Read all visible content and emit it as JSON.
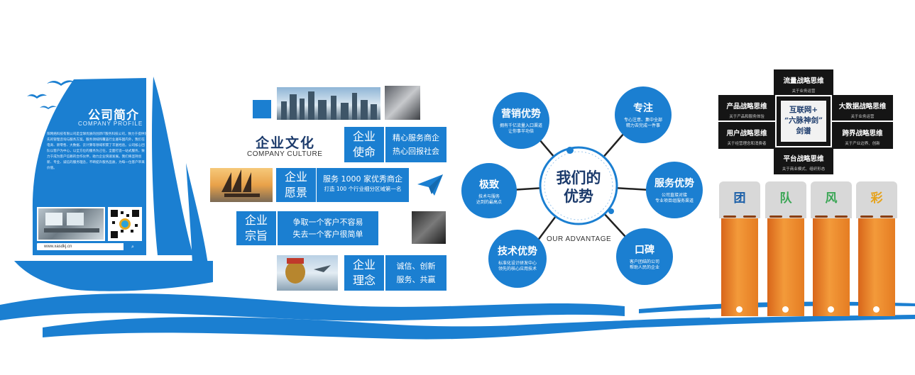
{
  "company_profile": {
    "title": "公司简介",
    "subtitle": "COMPANY PROFILE",
    "body": "阳网络科技有限公司是全球优质的创新IT服务科技公司，致力于提供领先的管理咨询与服务方案。服务领域和覆盖行业遍布国内外，我们在电商、新零售、大数据、云计算等领域积累了丰富经验。公司核心团队以客户为中心，以全方位的服务为己任，全面打造一站式服务，致力于成为客户信赖的合作伙伴，助力企业快速发展。我们将坚持创新、专业、诚信的服务理念，不断提升服务品质，为每一位客户带来价值。",
    "url": "www.xasdkj.cn"
  },
  "culture": {
    "title": "企业文化",
    "subtitle": "COMPANY CULTURE",
    "items": [
      {
        "label": [
          "企业",
          "使命"
        ],
        "text": [
          "精心服务商企",
          "热心回报社会"
        ]
      },
      {
        "label": [
          "企业",
          "愿景"
        ],
        "text": [
          "服务 1000 家优秀商企",
          "打造 100 个行业细分区域第一名"
        ]
      },
      {
        "label": [
          "企业",
          "宗旨"
        ],
        "text": [
          "争取一个客户不容易",
          "失去一个客户很简单"
        ]
      },
      {
        "label": [
          "企业",
          "理念"
        ],
        "text": [
          "诚信、创新",
          "服务、共赢"
        ]
      }
    ]
  },
  "advantage": {
    "title_line1": "我们的",
    "title_line2": "优势",
    "subtitle": "OUR ADVANTAGE",
    "items": [
      {
        "title": "营销优势",
        "desc": [
          "拥有千亿流量入口渠道",
          "让你事半功倍"
        ]
      },
      {
        "title": "专注",
        "desc": [
          "专心注意、集中全部",
          "精力去完成一件事"
        ]
      },
      {
        "title": "极致",
        "desc": [
          "技术与服务",
          "达到的最高点"
        ]
      },
      {
        "title": "服务优势",
        "desc": [
          "公司直接对接",
          "专业项目组服务渠道"
        ]
      },
      {
        "title": "技术优势",
        "desc": [
          "标准化设计研发中心",
          "领先的核心应用技术"
        ]
      },
      {
        "title": "口碑",
        "desc": [
          "客户团结的公司",
          "帮助人民的企业"
        ]
      }
    ]
  },
  "strategy": {
    "core": [
      "互联网+",
      "“六脉神剑”",
      "剑谱"
    ],
    "items": [
      {
        "title": "流量战略思维",
        "desc": "关于业务运营"
      },
      {
        "title": "产品战略思维",
        "desc": "关于产品和服务体验"
      },
      {
        "title": "大数据战略思维",
        "desc": "关于业务运营"
      },
      {
        "title": "用户战略思维",
        "desc": "关于经营理念和消费者"
      },
      {
        "title": "跨界战略思维",
        "desc": "关于产业边界、创新"
      },
      {
        "title": "平台战略思维",
        "desc": "关于商业模式、组织形态"
      }
    ]
  },
  "team": {
    "chars": [
      "团",
      "队",
      "风",
      "彩"
    ],
    "colors": [
      "#1b5fa8",
      "#3aa655",
      "#3aa655",
      "#e6a21a"
    ]
  }
}
